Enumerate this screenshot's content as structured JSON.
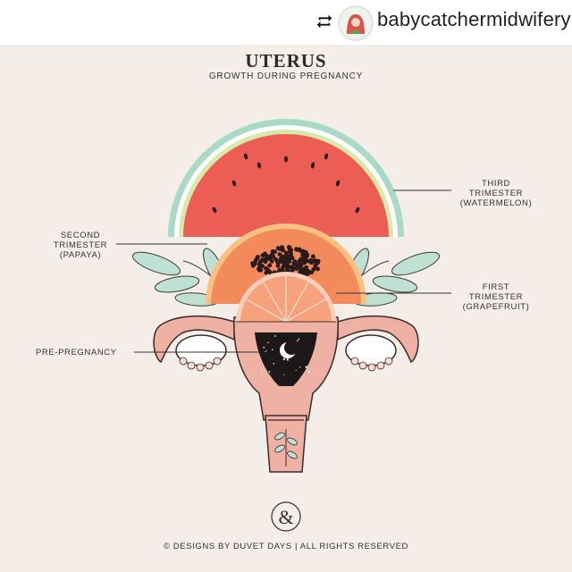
{
  "header": {
    "username": "babycatchermidwifery",
    "repost_icon": "repost-icon"
  },
  "diagram": {
    "title": "UTERUS",
    "subtitle": "GROWTH DURING PREGNANCY",
    "labels": {
      "third": [
        "THIRD",
        "TRIMESTER",
        "(WATERMELON)"
      ],
      "second": [
        "SECOND",
        "TRIMESTER",
        "(PAPAYA)"
      ],
      "first": [
        "FIRST",
        "TRIMESTER",
        "(GRAPEFRUIT)"
      ],
      "pre": "PRE-PREGNANCY"
    },
    "logo_glyph": "&",
    "credit": "© DESIGNS BY DUVET DAYS  |  ALL RIGHTS RESERVED"
  },
  "colors": {
    "watermelon_rind": "#a9dac8",
    "watermelon_flesh": "#ec5e55",
    "papaya": "#f38a5c",
    "grapefruit": "#f6a27d",
    "uterus": "#eeb1a4",
    "outline": "#3a2a2a",
    "leaf": "#bfe0d3"
  }
}
